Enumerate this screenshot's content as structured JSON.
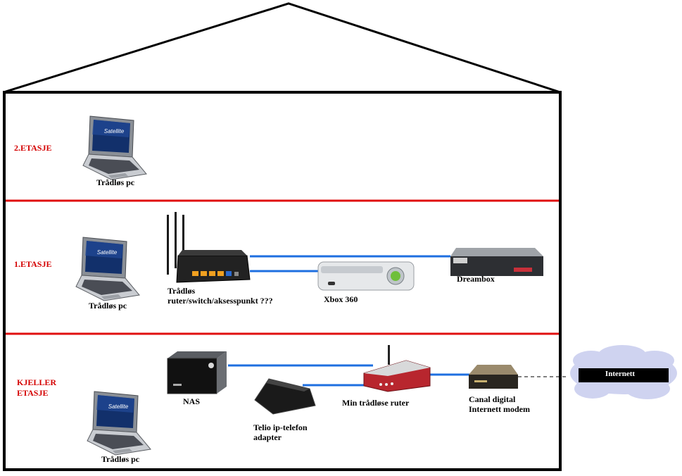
{
  "floors": [
    {
      "id": "floor-2",
      "label": "2.ETASJE"
    },
    {
      "id": "floor-1",
      "label": "1.ETASJE"
    },
    {
      "id": "basement",
      "label": "KJELLER\nETASJE"
    }
  ],
  "devices": {
    "laptop_2": "Trådløs pc",
    "laptop_1": "Trådløs pc",
    "laptop_basement": "Trådløs pc",
    "router_switch": "Trådløs\nruter/switch/aksesspunkt ???",
    "xbox": "Xbox 360",
    "dreambox": "Dreambox",
    "nas": "NAS",
    "telio": "Telio ip-telefon\nadapter",
    "wireless_router": "Min trådløse ruter",
    "modem": "Canal digital\nInternett modem",
    "internet": "Internett"
  },
  "laptop_brand": "Satellite",
  "colors": {
    "floor_divider": "#e01010",
    "ethernet": "#1e6fe0",
    "house_outline": "#000000",
    "label_red": "#d40000"
  }
}
